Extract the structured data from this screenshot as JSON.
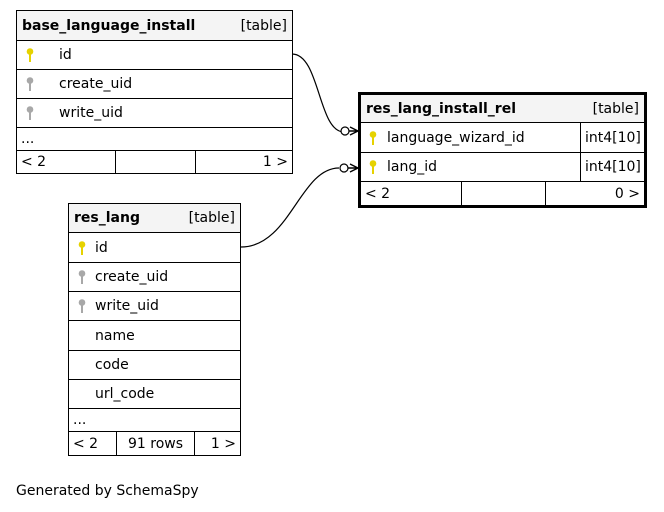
{
  "tables": [
    {
      "name": "base_language_install",
      "kind": "[table]",
      "columns": [
        {
          "name": "id",
          "key": "primary"
        },
        {
          "name": "create_uid",
          "key": "foreign"
        },
        {
          "name": "write_uid",
          "key": "foreign"
        }
      ],
      "ellipsis": "...",
      "footer": {
        "left": "< 2",
        "middle": "",
        "right": "1 >"
      }
    },
    {
      "name": "res_lang_install_rel",
      "kind": "[table]",
      "columns": [
        {
          "name": "language_wizard_id",
          "key": "primary",
          "type": "int4[10]"
        },
        {
          "name": "lang_id",
          "key": "primary",
          "type": "int4[10]"
        }
      ],
      "footer": {
        "left": "< 2",
        "middle": "",
        "right": "0 >"
      }
    },
    {
      "name": "res_lang",
      "kind": "[table]",
      "columns": [
        {
          "name": "id",
          "key": "primary"
        },
        {
          "name": "create_uid",
          "key": "foreign"
        },
        {
          "name": "write_uid",
          "key": "foreign"
        },
        {
          "name": "name",
          "key": "none"
        },
        {
          "name": "code",
          "key": "none"
        },
        {
          "name": "url_code",
          "key": "none"
        }
      ],
      "ellipsis": "...",
      "footer": {
        "left": "< 2",
        "middle": "91 rows",
        "right": "1 >"
      }
    }
  ],
  "colors": {
    "primary_key": "#e6d200",
    "foreign_key": "#a8a8a8",
    "header_bg": "#f4f4f4"
  },
  "generated_by": "Generated by SchemaSpy"
}
